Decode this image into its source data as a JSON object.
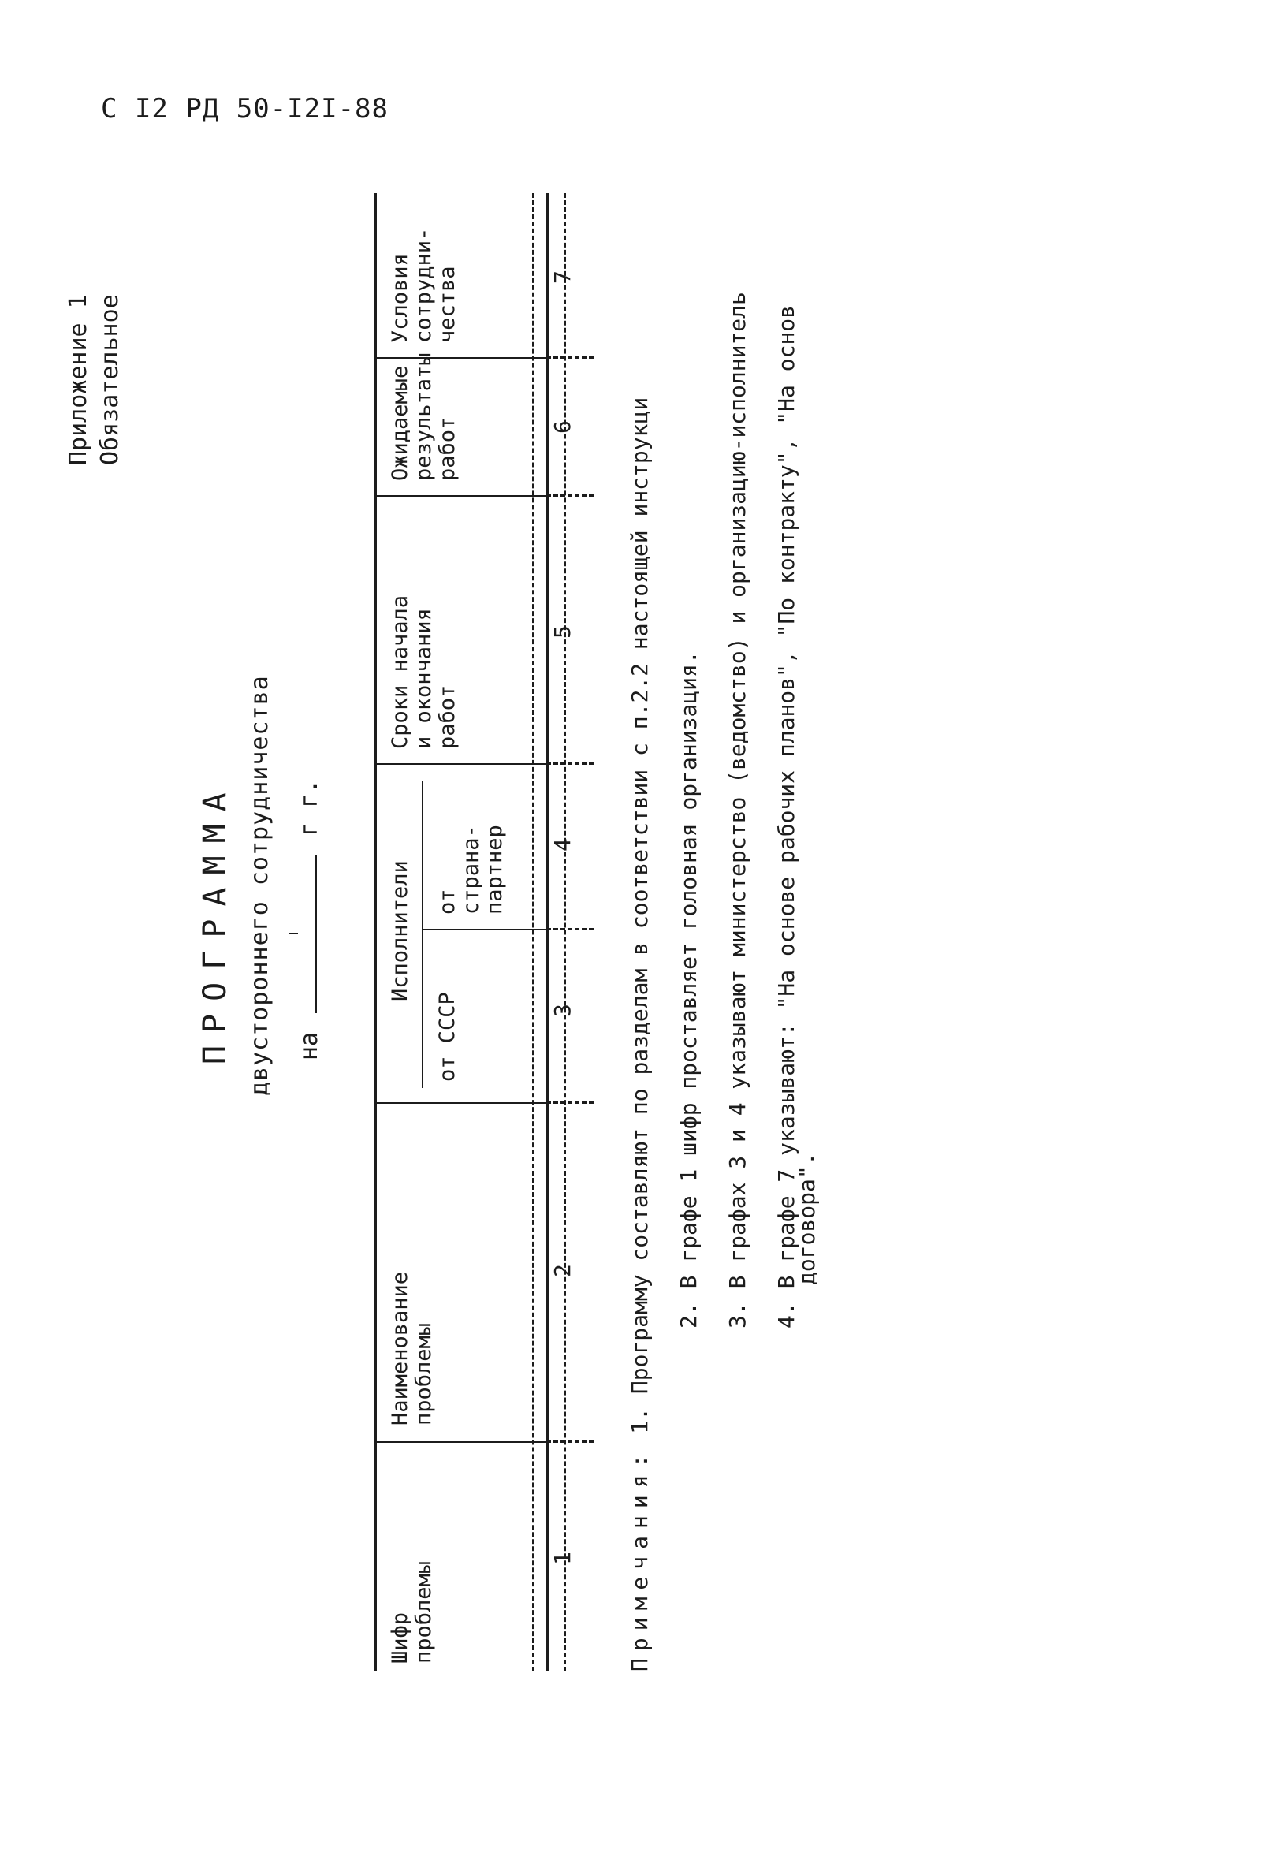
{
  "header": {
    "code": "С I2 РД 50-I2I-88"
  },
  "appendix": {
    "line1": "Приложение 1",
    "line2": "Обязательное"
  },
  "program": {
    "title": "ПРОГРАММА",
    "subtitle": "двустороннего сотрудничества",
    "period_prefix": "на",
    "period_suffix": "г г."
  },
  "table": {
    "columns": [
      {
        "header": "Шифр\nпроблемы",
        "number": "1"
      },
      {
        "header": "Наименование\nпроблемы",
        "number": "2"
      },
      {
        "header": "Исполнители",
        "number": ""
      },
      {
        "header": "Сроки начала\nи окончания\nработ",
        "number": "5"
      },
      {
        "header": "Ожидаемые\nрезультаты\nработ",
        "number": "6"
      },
      {
        "header": "Условия\nсотрудни-\nчества",
        "number": "7"
      }
    ],
    "subcolumns": [
      {
        "header": "от СССР",
        "number": "3"
      },
      {
        "header": "от\nстрана-\nпартнер",
        "number": "4"
      }
    ]
  },
  "notes": {
    "title": "Примечания:",
    "items": [
      "1. Программу составляют по разделам в соответствии с п.2.2 настоящей инструкци",
      "2. В графе 1 шифр проставляет головная организация.",
      "3. В графах 3 и 4 указывают министерство (ведомство) и организацию-исполнитель",
      "4. В графе 7 указывают: \"На основе рабочих планов\", \"По контракту\", \"На основ",
      "договора\"."
    ]
  }
}
